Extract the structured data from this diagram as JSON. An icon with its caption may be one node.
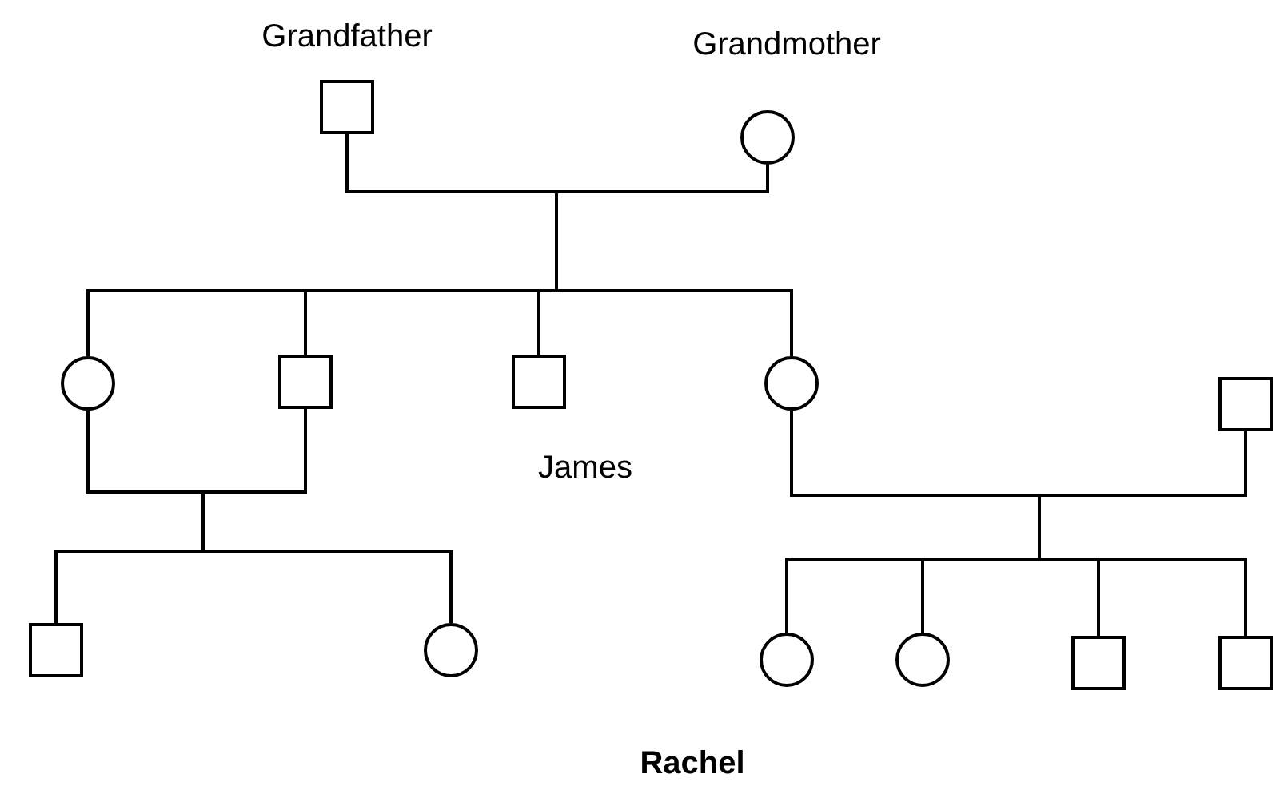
{
  "diagram": {
    "nodes": [
      {
        "text": [
          "Grandfather"
        ]
      },
      {
        "text": [
          "Grandmother"
        ]
      },
      {
        "text": [],
        "shape": "circle"
      },
      {
        "text": [],
        "shape": "box"
      },
      {
        "text": [
          "James"
        ]
      },
      {
        "text": [],
        "shape": "circle"
      },
      {
        "text": [],
        "shape": "box"
      },
      {
        "text": [],
        "shape": "box"
      },
      {
        "text": [],
        "shape": "circle"
      },
      {
        "text": [],
        "shape": "circle"
      },
      {
        "text": [],
        "shape": "circle"
      },
      {
        "text": [],
        "shape": "box"
      },
      {
        "text": [],
        "shape": "box"
      }
    ],
    "edges": [
      {
        "from": 0,
        "to": 2,
        "arrow": "none"
      },
      {
        "from": 0,
        "to": 3,
        "arrow": "none"
      },
      {
        "from": 0,
        "to": 4,
        "arrow": "none"
      },
      {
        "from": 0,
        "to": 5,
        "arrow": "none"
      },
      {
        "from": 1,
        "to": 2,
        "arrow": "none"
      },
      {
        "from": 1,
        "to": 3,
        "arrow": "none"
      },
      {
        "from": 1,
        "to": 4,
        "arrow": "none"
      },
      {
        "from": 1,
        "to": 5,
        "arrow": "none"
      },
      {
        "from": 2,
        "to": 7,
        "arrow": "none"
      },
      {
        "from": 2,
        "to": 8,
        "arrow": "none"
      },
      {
        "from": 3,
        "to": 7,
        "arrow": "none"
      },
      {
        "from": 3,
        "to": 8,
        "arrow": "none"
      },
      {
        "from": 5,
        "to": 9,
        "arrow": "none"
      },
      {
        "from": 5,
        "to": 10,
        "arrow": "none"
      },
      {
        "from": 5,
        "to": 11,
        "arrow": "none"
      },
      {
        "from": 5,
        "to": 12,
        "arrow": "none"
      },
      {
        "from": 6,
        "to": 9,
        "arrow": "none"
      },
      {
        "from": 6,
        "to": 10,
        "arrow": "none"
      },
      {
        "from": 6,
        "to": 11,
        "arrow": "none"
      },
      {
        "from": 6,
        "to": 12,
        "arrow": "none"
      }
    ],
    "labels": [
      "Rachel"
    ]
  }
}
